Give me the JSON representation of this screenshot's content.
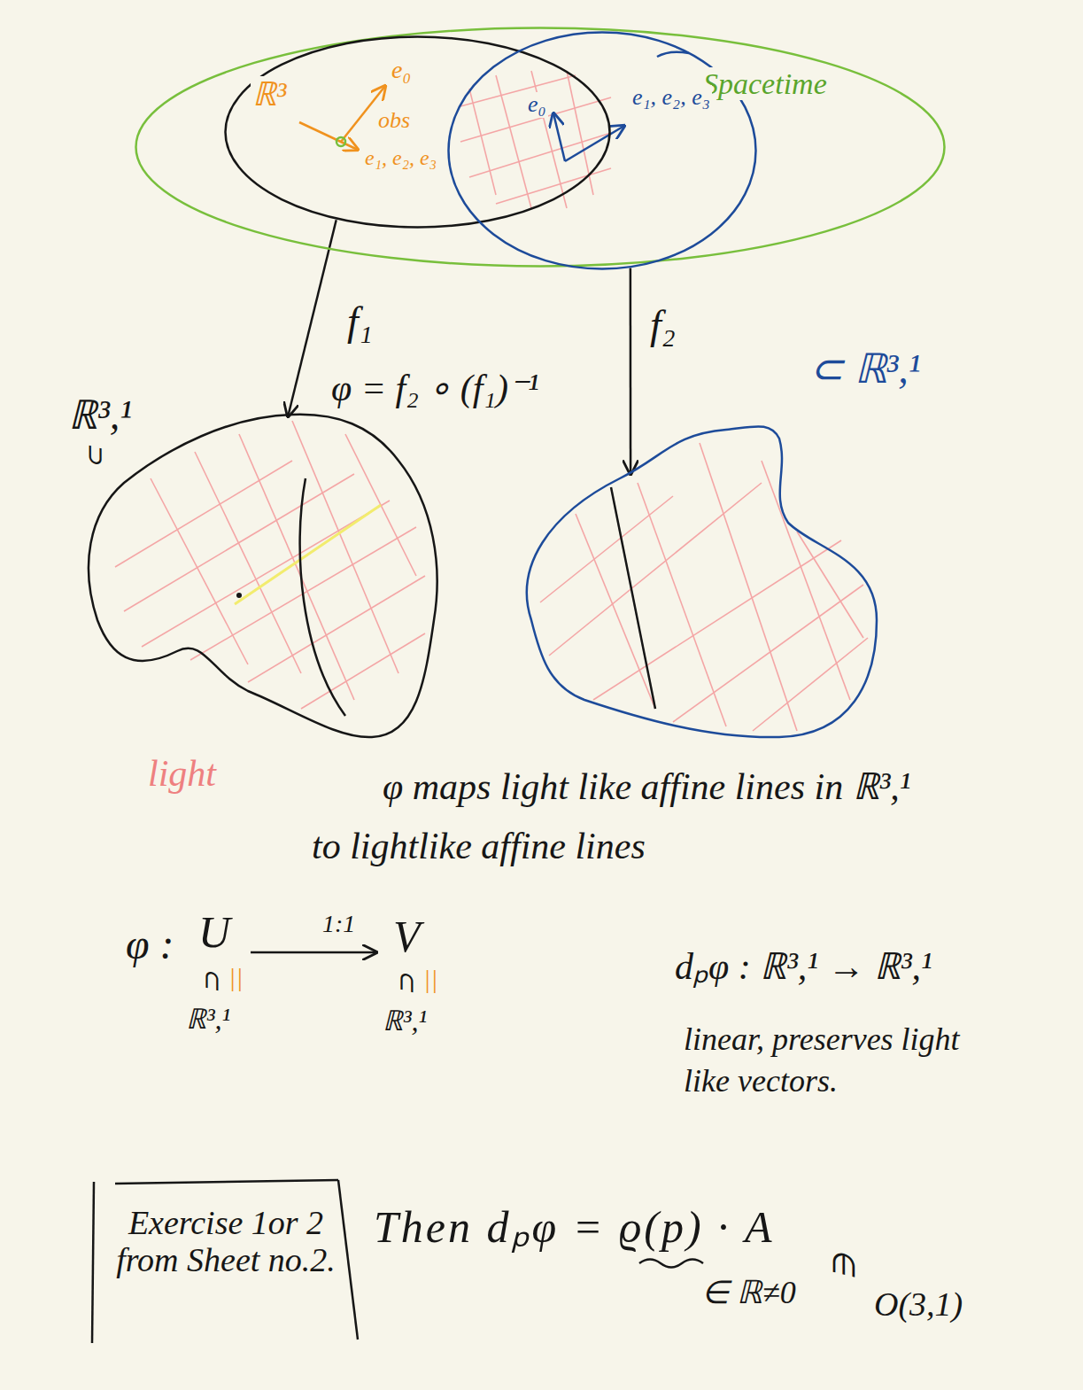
{
  "diagram": {
    "nodes": [
      {
        "text": [
          "Spacetime"
        ]
      },
      {
        "text": [
          "ℝ³",
          "e₀",
          "obs",
          "e₁, e₂, e₃"
        ],
        "in": 0
      },
      {
        "text": [
          "e₀",
          "e₁, e₂, e₃"
        ],
        "in": 0
      },
      {
        "text": [
          "ℝ³,¹",
          "⊂"
        ]
      },
      {
        "text": [
          "⊂ ℝ³,¹"
        ]
      },
      {
        "text": [
          "Exercise 1or 2 from Sheet no.2."
        ]
      }
    ],
    "edges": [
      {
        "from": 1,
        "to": 3,
        "arrow": "to",
        "label": "f₁"
      },
      {
        "from": 2,
        "to": 4,
        "arrow": "to",
        "label": "f₂"
      }
    ],
    "labels": [
      "φ = f₂ ∘ (f₁)⁻¹",
      "light",
      "φ maps light like affine lines in ℝ³,¹ to lightlike affine lines",
      "φ :",
      "U",
      "1:1",
      "V",
      "⊂",
      "||",
      "ℝ³,¹",
      "⊂",
      "||",
      "ℝ³,¹",
      "dₚφ : ℝ³,¹ → ℝ³,¹",
      "linear, preserves light like vectors.",
      "Then dₚφ = ϱ(p) · A",
      "∈ ℝ≠0",
      "∈",
      "O(3,1)"
    ]
  }
}
